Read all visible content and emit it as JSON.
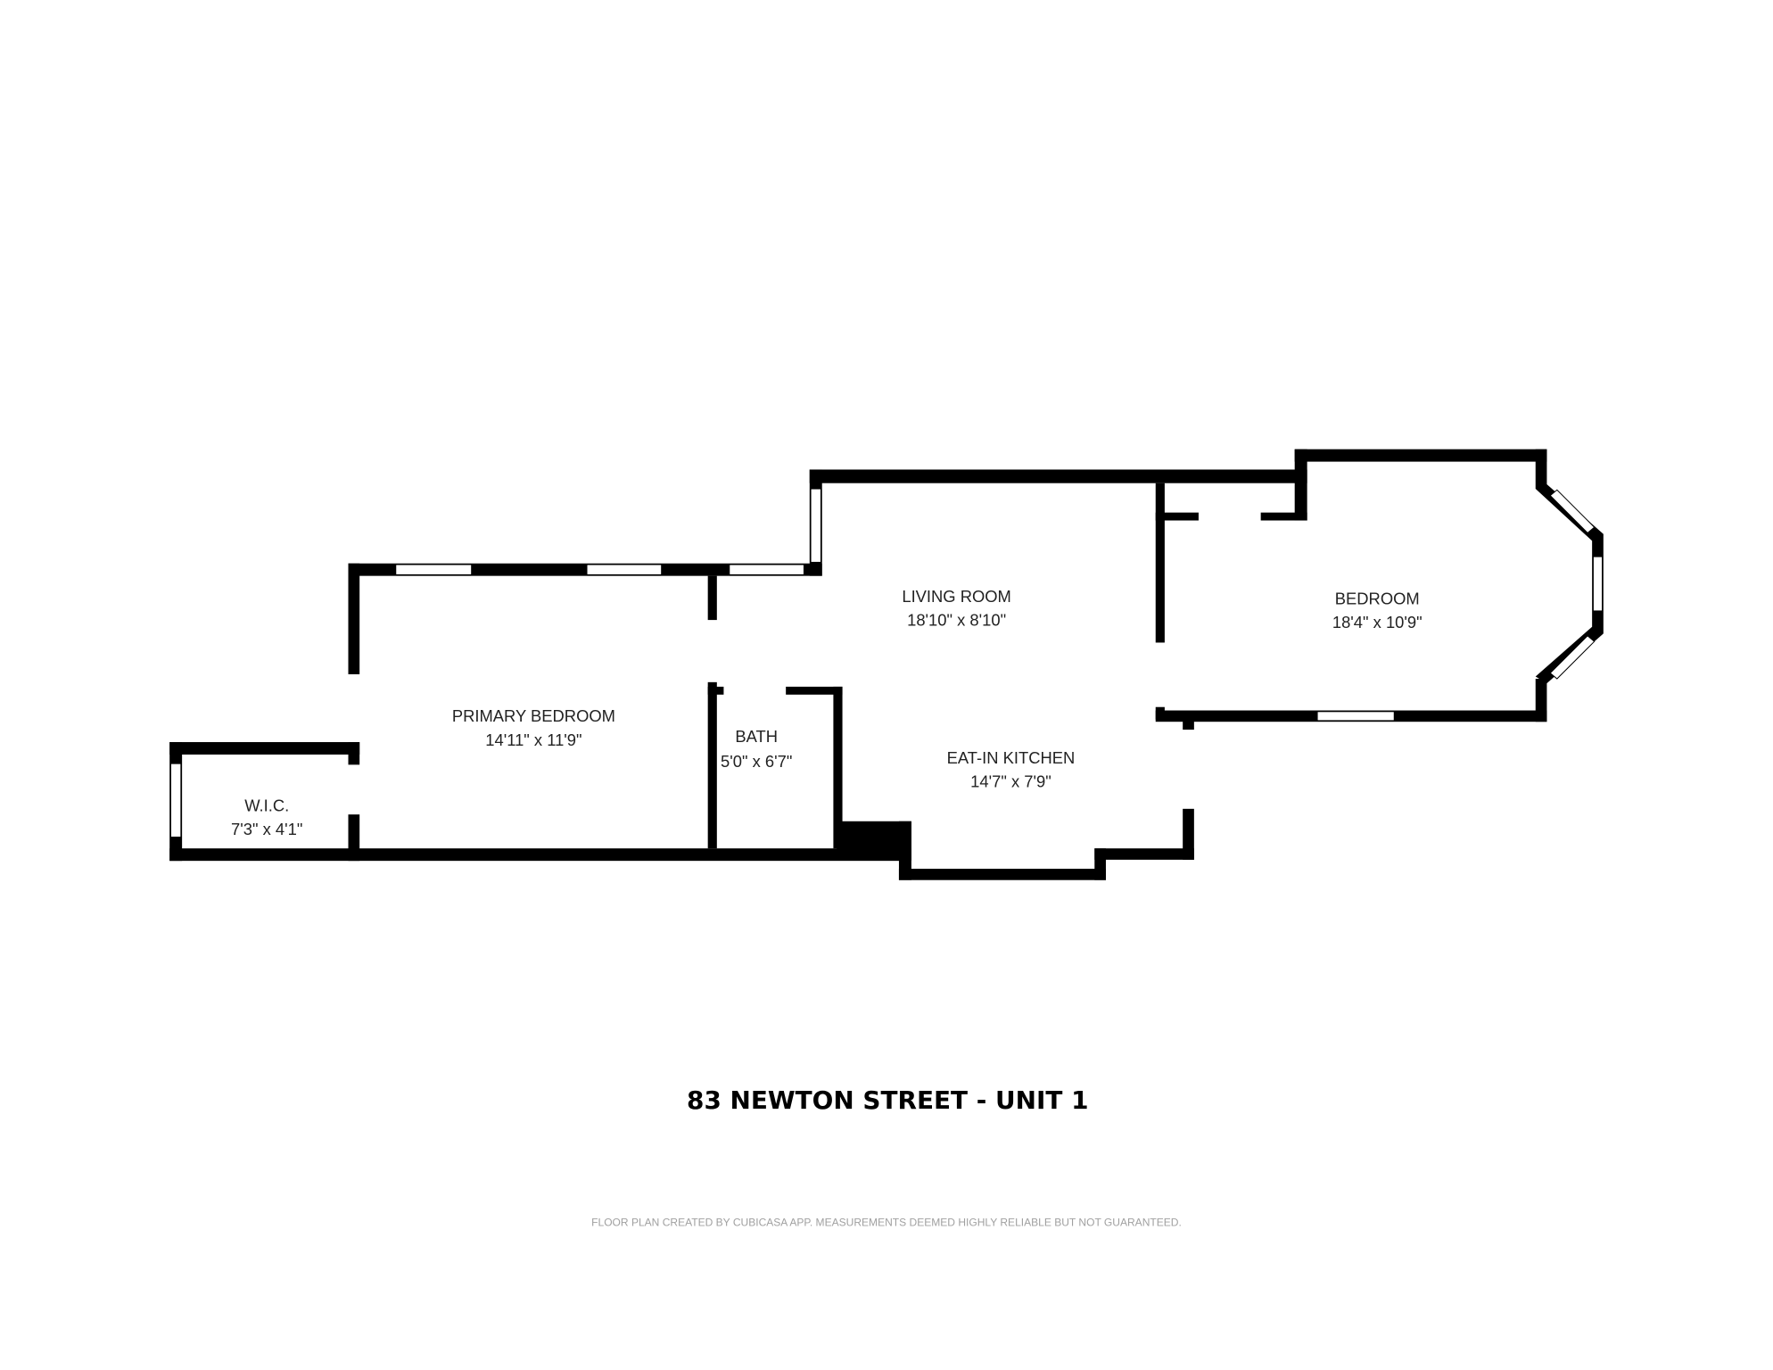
{
  "title": "83 NEWTON STREET - UNIT 1",
  "footer": "FLOOR PLAN CREATED BY CUBICASA APP. MEASUREMENTS DEEMED HIGHLY RELIABLE BUT NOT GUARANTEED.",
  "rooms": [
    {
      "name": "PRIMARY BEDROOM",
      "size": "14'11\" x 11'9\""
    },
    {
      "name": "W.I.C.",
      "size": "7'3\" x 4'1\""
    },
    {
      "name": "BATH",
      "size": "5'0\" x 6'7\""
    },
    {
      "name": "LIVING ROOM",
      "size": "18'10\" x 8'10\""
    },
    {
      "name": "EAT-IN KITCHEN",
      "size": "14'7\" x 7'9\""
    },
    {
      "name": "BEDROOM",
      "size": "18'4\" x 10'9\""
    }
  ],
  "colors": {
    "wall": "#000000",
    "background": "#ffffff"
  }
}
